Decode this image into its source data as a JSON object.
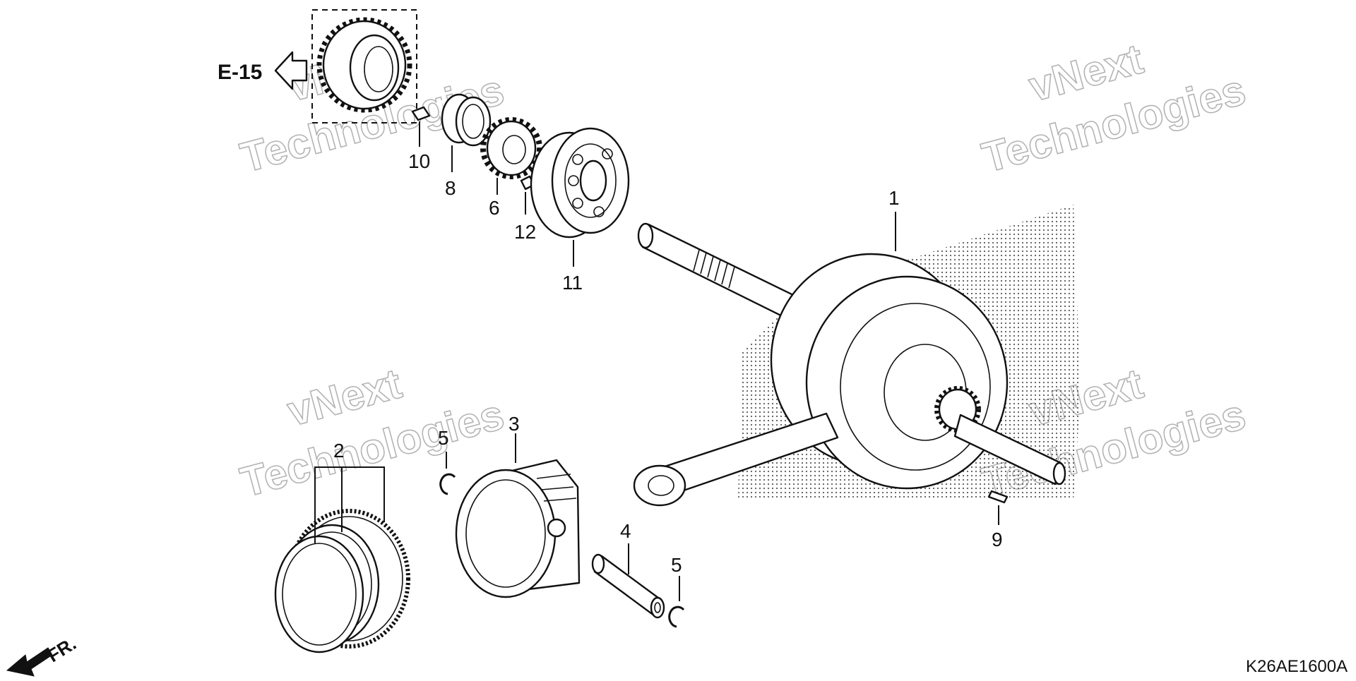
{
  "reference": {
    "label": "E-15"
  },
  "direction": {
    "label": "FR."
  },
  "diagram_code": "K26AE1600A",
  "watermark": {
    "line1": "vNext",
    "line2": "Technologies"
  },
  "callouts": {
    "c1": "1",
    "c2": "2",
    "c3": "3",
    "c4": "4",
    "c5a": "5",
    "c5b": "5",
    "c6": "6",
    "c8": "8",
    "c9": "9",
    "c10": "10",
    "c11": "11",
    "c12": "12"
  },
  "colors": {
    "line": "#111111",
    "watermark_stroke": "#b4b4b4",
    "background": "#ffffff"
  }
}
